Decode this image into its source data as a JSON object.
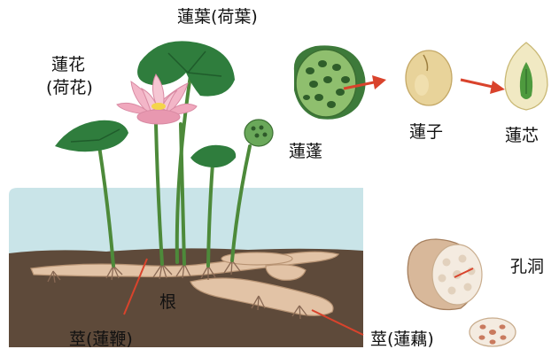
{
  "labels": {
    "leaf": "蓮葉(荷葉)",
    "flower_line1": "蓮花",
    "flower_line2": "(荷花)",
    "seedpod": "蓮蓬",
    "seed": "蓮子",
    "seed_core": "蓮芯",
    "root": "根",
    "stem_runner": "莖(蓮鞭)",
    "stem_tuber": "莖(蓮藕)",
    "holes": "孔洞"
  },
  "colors": {
    "water": "#c9e4e8",
    "mud": "#5e4a3a",
    "leaf": "#2f7d3d",
    "stem": "#4d8a3a",
    "flower": "#f3b6c8",
    "arrow": "#d9432c",
    "seed": "#e8d39a",
    "lotus_root": "#e2c3a6"
  }
}
